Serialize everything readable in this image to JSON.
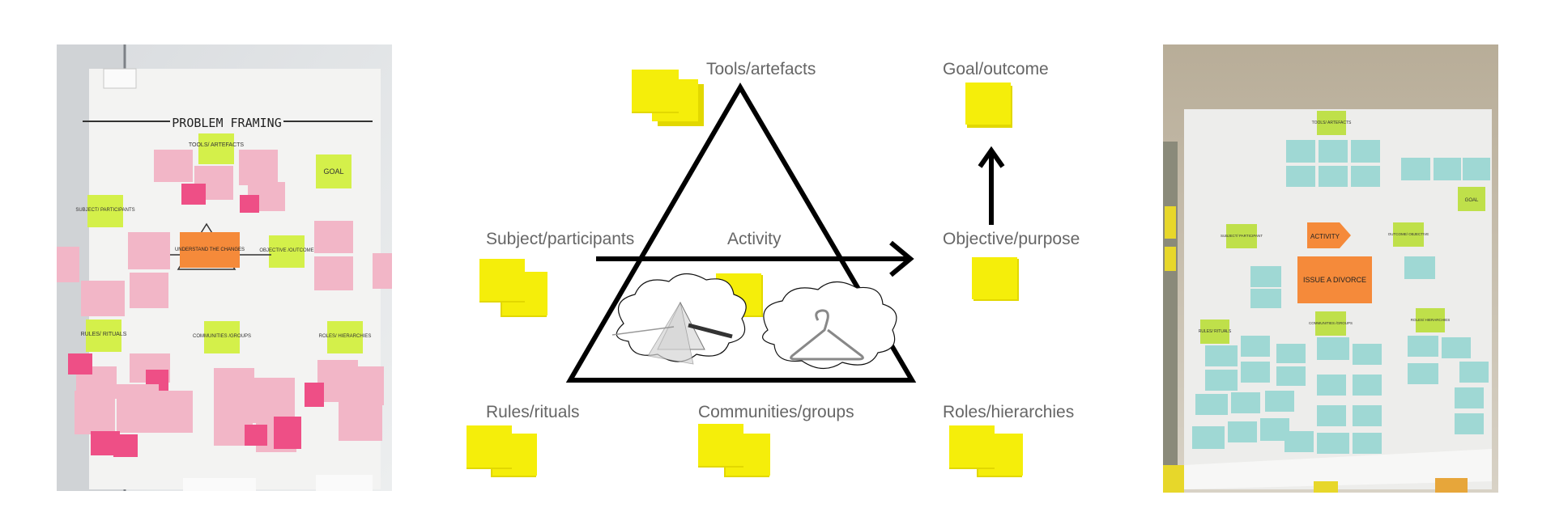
{
  "diagram": {
    "labels": {
      "tools": "Tools/artefacts",
      "goal": "Goal/outcome",
      "subject": "Subject/participants",
      "activity": "Activity",
      "objective": "Objective/purpose",
      "rules": "Rules/rituals",
      "communities": "Communities/groups",
      "roles": "Roles/hierarchies"
    },
    "colors": {
      "sticky_yellow": "#f5ee0a",
      "line": "#000000",
      "label_text": "#666666"
    }
  },
  "left_photo": {
    "title_text": "PROBLEM FRAMING",
    "notes": {
      "tools": "TOOLS/ ARTEFACTS",
      "goal": "GOAL",
      "subject": "SUBJECT/ PARTICIPANTS",
      "activity": "UNDERSTAND THE CHANGES",
      "objective": "OBJECTIVE /OUTCOME",
      "rules": "RULES/ RITUALS",
      "communities": "COMMUNITIES /GROUPS",
      "roles": "ROLES/ HIERARCHIES"
    }
  },
  "right_photo": {
    "notes": {
      "tools": "TOOLS/ ARTEFACTS",
      "goal": "GOAL",
      "subject": "SUBJECT/ PARTICIPANT",
      "activity": "ACTIVITY",
      "issue": "ISSUE A DIVORCE",
      "objective": "OUTCOME/ OBJECTIVE",
      "rules": "RULES/ RITUALS",
      "communities": "COMMUNITIES /GROUPS",
      "roles": "ROLES/ HIERARCHIES"
    }
  }
}
